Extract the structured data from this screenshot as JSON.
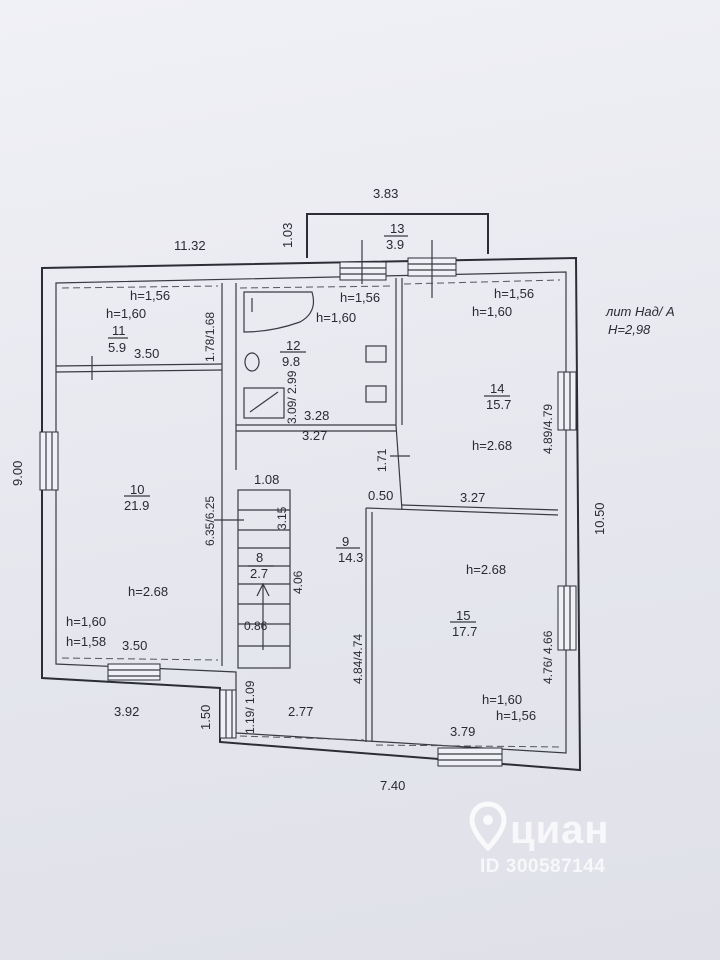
{
  "plan": {
    "lit_label": "лит Над/ А",
    "height_label": "H=2,98",
    "dimensions": {
      "porch_width": "3.83",
      "porch_depth": "1.03",
      "top_wall": "11.32",
      "left_wall": "9.00",
      "right_wall": "10.50",
      "bottom_wall": "7.40",
      "bottom_left": "3.92",
      "step_depth": "1.50"
    },
    "rooms": [
      {
        "num": "11",
        "area": "5.9"
      },
      {
        "num": "10",
        "area": "21.9"
      },
      {
        "num": "12",
        "area": "9.8"
      },
      {
        "num": "13",
        "area": "3.9"
      },
      {
        "num": "14",
        "area": "15.7"
      },
      {
        "num": "9",
        "area": "14.3"
      },
      {
        "num": "8",
        "area": "2.7"
      },
      {
        "num": "15",
        "area": "17.7"
      }
    ],
    "notes": {
      "r11_h1": "h=1,56",
      "r11_h2": "h=1,60",
      "r11_w": "3.50",
      "r11_d": "1.78/1.68",
      "r10_h": "h=2.68",
      "r10_h1": "h=1,60",
      "r10_h2": "h=1,58",
      "r10_w": "3.50",
      "r10_d": "6.35/6.25",
      "r12_h1": "h=1,56",
      "r12_h2": "h=1,60",
      "r12_d": "3.09/ 2.99",
      "r12_w1": "3.28",
      "r12_w2": "3.27",
      "r14_h1": "h=1,56",
      "r14_h2": "h=1,60",
      "r14_h": "h=2.68",
      "r14_d": "4.89/4.79",
      "r14_w": "3.27",
      "r9_a": "1.08",
      "r9_b": "1.71",
      "r9_c": "0.50",
      "r9_d": "4.84/4.74",
      "r9_e": "2.77",
      "r9_f": "1.19/ 1.09",
      "r8_a": "3.15",
      "r8_b": "4.06",
      "r8_c": "0.86",
      "r15_h": "h=2.68",
      "r15_d": "4.76/ 4.66",
      "r15_h1": "h=1,60",
      "r15_h2": "h=1,56",
      "r15_w": "3.79"
    }
  },
  "watermark": {
    "brand": "циан",
    "id": "ID 300587144"
  },
  "colors": {
    "paper": "#e9eaf0",
    "ink": "#2d2d35"
  }
}
